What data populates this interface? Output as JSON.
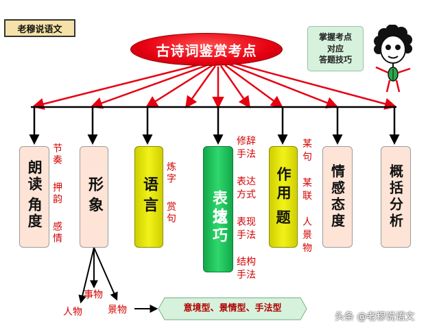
{
  "badge": {
    "label": "老穆说语文"
  },
  "title": {
    "label": "古诗词鉴赏考点"
  },
  "tip": {
    "line1": "掌握考点",
    "line2": "对应",
    "line3": "答题技巧"
  },
  "categories": {
    "langdu": {
      "line1": "朗读",
      "line2": "角度"
    },
    "xingxiang": {
      "label": "形象"
    },
    "yuyan": {
      "label": "语言"
    },
    "biaoda": {
      "line1": "表达",
      "line2": "技巧"
    },
    "zuoyong": {
      "line1": "作用",
      "line2": "题"
    },
    "qinggan": {
      "line1": "情感",
      "line2": "态度"
    },
    "gaikuo": {
      "line1": "概括",
      "line2": "分析"
    }
  },
  "notes": {
    "langdu": [
      "节奏",
      "押韵",
      "感情"
    ],
    "yuyan": [
      "炼字",
      "赏句"
    ],
    "biaoda": [
      "修辞手法",
      "表达方式",
      "表现手法",
      "结构手法"
    ],
    "zuoyong": [
      "某句",
      "某联",
      "人景物"
    ],
    "xingxiang": [
      "人物",
      "事物",
      "景物"
    ]
  },
  "result": {
    "label": "意境型、景情型、手法型"
  },
  "watermark": {
    "label": "头条 @老穆说语文"
  },
  "colors": {
    "peach": "#fde4d6",
    "yellow": "#e6e600",
    "green": "#21c760",
    "accent_red": "#e60012",
    "mint": "#d6f2dd"
  }
}
